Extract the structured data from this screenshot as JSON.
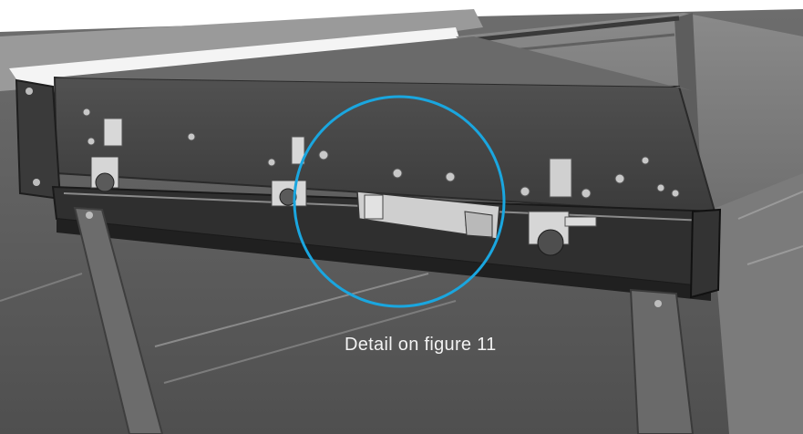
{
  "caption": "Detail on figure 11",
  "highlight_color": "#1aa6df",
  "scene": {
    "subject": "door-carriage-assembly-render",
    "parts": [
      "top-header-beam",
      "sliding-track",
      "roller-carriage",
      "vertical-posts",
      "glazing-panels"
    ]
  }
}
